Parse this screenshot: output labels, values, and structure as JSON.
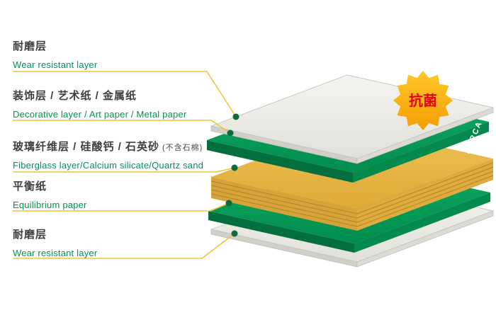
{
  "badge": {
    "label": "抗菌"
  },
  "brand": {
    "label": "FORCA"
  },
  "labels": [
    {
      "id": "wear-top",
      "zh": "耐磨层",
      "en": "Wear resistant layer"
    },
    {
      "id": "decorative",
      "zh": "装饰层 / 艺术纸 / 金属纸",
      "en": "Decorative layer / Art paper / Metal paper"
    },
    {
      "id": "fiberglass",
      "zh": "玻璃纤维层 / 硅酸钙 / 石英砂",
      "zh_note": "(不含石棉)",
      "en": "Fiberglass layer/Calcium silicate/Quartz sand"
    },
    {
      "id": "equilibrium",
      "zh": "平衡纸",
      "en": "Equilibrium paper"
    },
    {
      "id": "wear-bottom",
      "zh": "耐磨层",
      "en": "Wear resistant layer"
    }
  ],
  "colors": {
    "label_zh": "#3f3f3f",
    "label_en": "#00935c",
    "leader_line": "#f0c23a",
    "dot": "#0a6b3f",
    "layer_green": "#009553",
    "layer_core_yellow": "#e6b44a",
    "layer_sheet_white": "#efeeea",
    "badge_fill": "#ffb90f",
    "badge_text": "#e60012"
  }
}
